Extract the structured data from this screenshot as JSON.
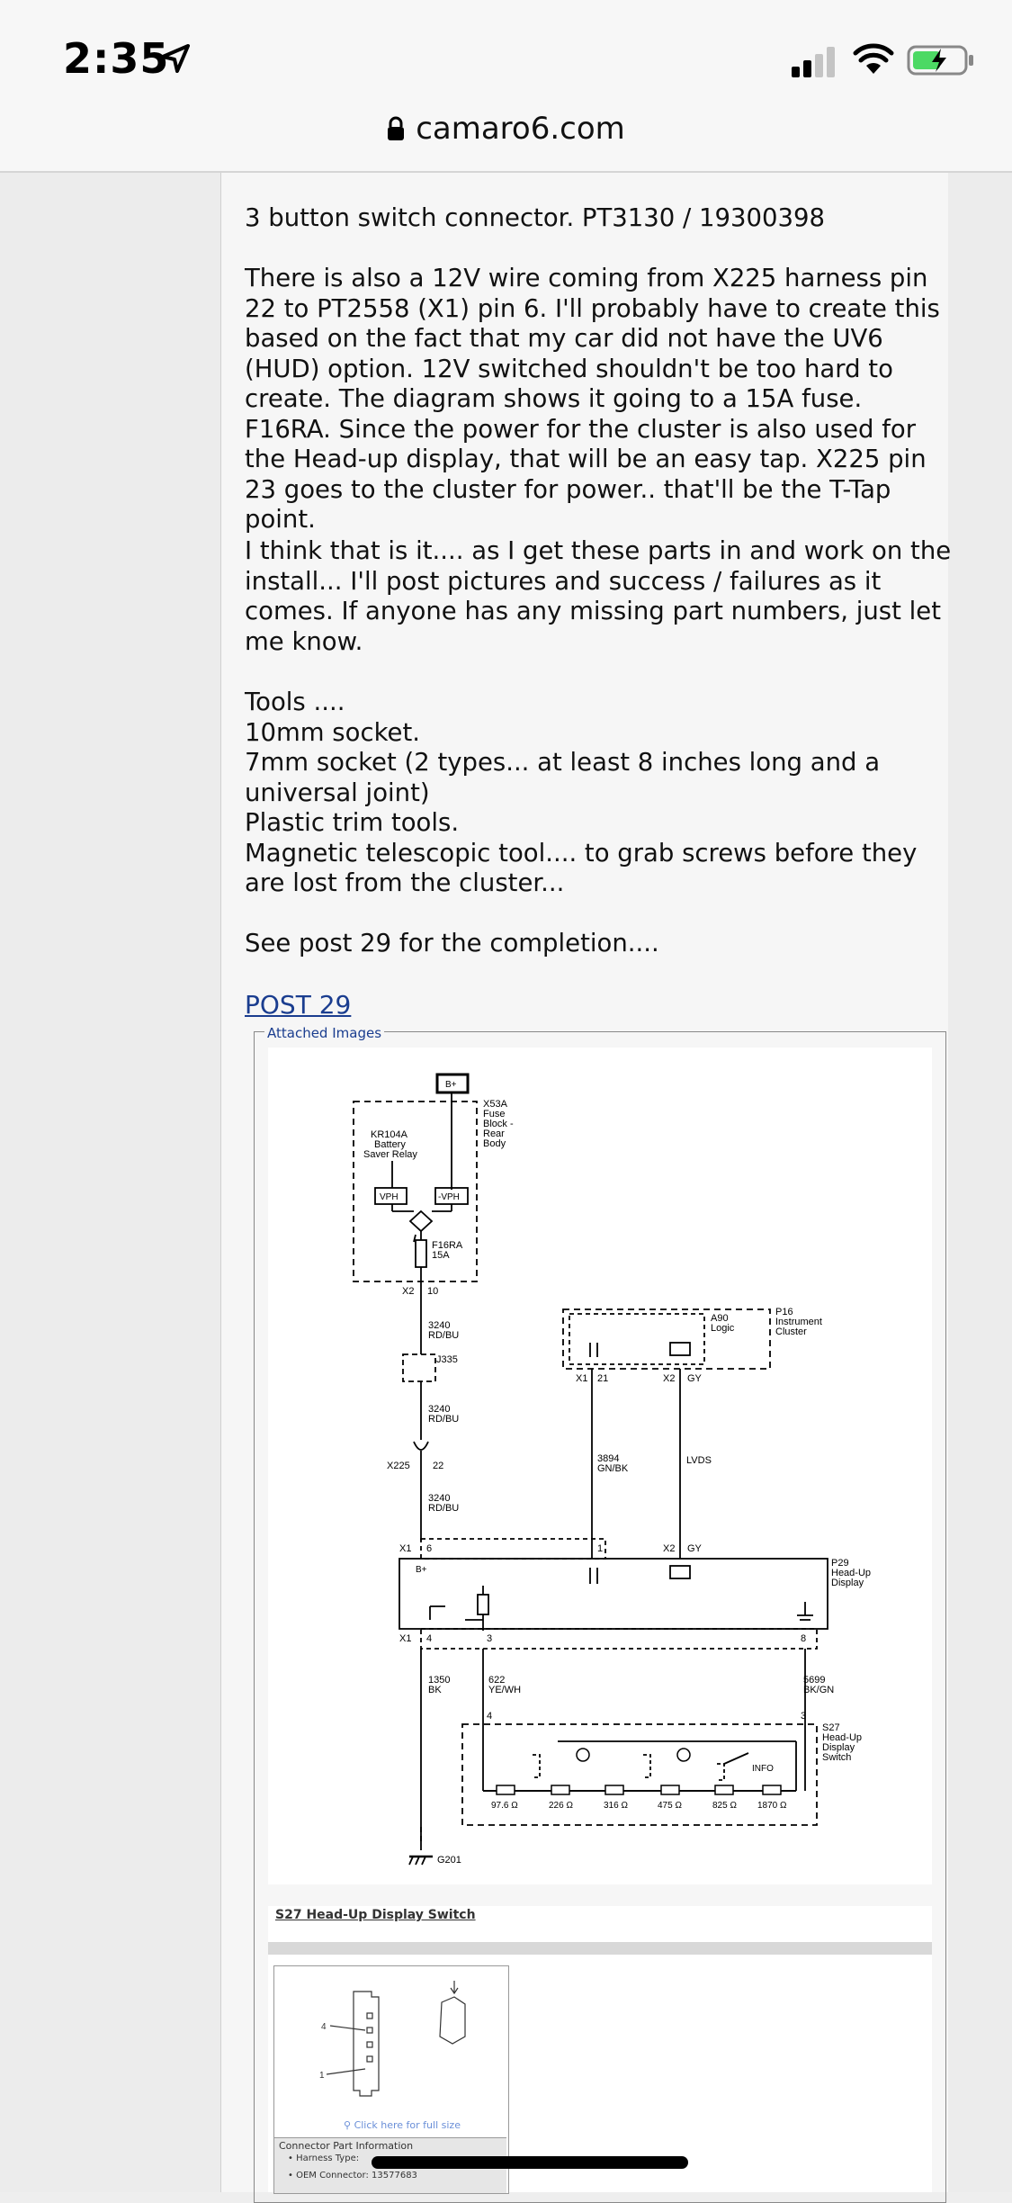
{
  "status": {
    "time": "2:35"
  },
  "browser": {
    "url": "camaro6.com"
  },
  "post": {
    "paragraphs": [
      "3 button switch connector. PT3130 / 19300398",
      "There is also a 12V wire coming from X225 harness pin 22 to PT2558 (X1) pin 6. I'll probably have to create this based on the fact that my car did not have the UV6 (HUD) option. 12V switched shouldn't be too hard to create. The diagram shows it going to a 15A fuse. F16RA. Since the power for the cluster is also used for the Head-up display, that will be an easy tap. X225 pin 23 goes to the cluster for power.. that'll be the T-Tap point.",
      "I think that is it.... as I get these parts in and work on the install... I'll post pictures and success / failures as it comes. If anyone has any missing part numbers, just let me know.",
      "Tools ....\n10mm socket.\n7mm socket (2 types... at least 8 inches long and a universal joint)\nPlastic trim tools.\nMagnetic telescopic tool.... to grab screws before they are lost from the cluster...",
      "See post 29 for the completion...."
    ],
    "link": "POST 29"
  },
  "attachments": {
    "legend": "Attached Images",
    "diagram": {
      "bplus": "B+",
      "x53a": [
        "X53A",
        "Fuse",
        "Block -",
        "Rear",
        "Body"
      ],
      "kr104a": [
        "KR104A",
        "Battery",
        "Saver Relay"
      ],
      "vph": "VPH",
      "nvph": "-VPH",
      "f16ra": [
        "F16RA",
        "15A"
      ],
      "x2_10": [
        "X2",
        "10"
      ],
      "wire3240a": [
        "3240",
        "RD/BU"
      ],
      "j335": "J335",
      "wire3240b": [
        "3240",
        "RD/BU"
      ],
      "x225": "X225",
      "x225pin": "22",
      "wire3240c": [
        "3240",
        "RD/BU"
      ],
      "p16": [
        "P16",
        "Instrument",
        "Cluster"
      ],
      "a90": [
        "A90",
        "Logic"
      ],
      "x1_21": [
        "X1",
        "21"
      ],
      "x2_gy_top": [
        "X2",
        "GY"
      ],
      "wire3894": [
        "3894",
        "GN/BK"
      ],
      "lvds": "LVDS",
      "x1_6": [
        "X1",
        "6"
      ],
      "pin1": "1",
      "x2_gy_bot": [
        "X2",
        "GY"
      ],
      "p29": [
        "P29",
        "Head-Up",
        "Display"
      ],
      "hud_bplus": "B+",
      "x1_4": [
        "X1",
        "4"
      ],
      "pin3": "3",
      "pin8": "8",
      "wire1350": [
        "1350",
        "BK"
      ],
      "wire622": [
        "622",
        "YE/WH"
      ],
      "wire5699": [
        "5699",
        "BK/GN"
      ],
      "s27_pin4": "4",
      "s27_pin3": "3",
      "s27": [
        "S27",
        "Head-Up",
        "Display",
        "Switch"
      ],
      "info": "INFO",
      "resistors": [
        "97.6 Ω",
        "226 Ω",
        "316 Ω",
        "475 Ω",
        "825 Ω",
        "1870 Ω"
      ],
      "g201": "G201"
    },
    "s27_title": "S27 Head-Up Display Switch",
    "click_full": "Click here for full size",
    "cpi_title": "Connector Part Information",
    "cpi_items": [
      "Harness Type:",
      "OEM Connector: 13577683"
    ],
    "connector_pins": [
      "4",
      "1"
    ]
  }
}
